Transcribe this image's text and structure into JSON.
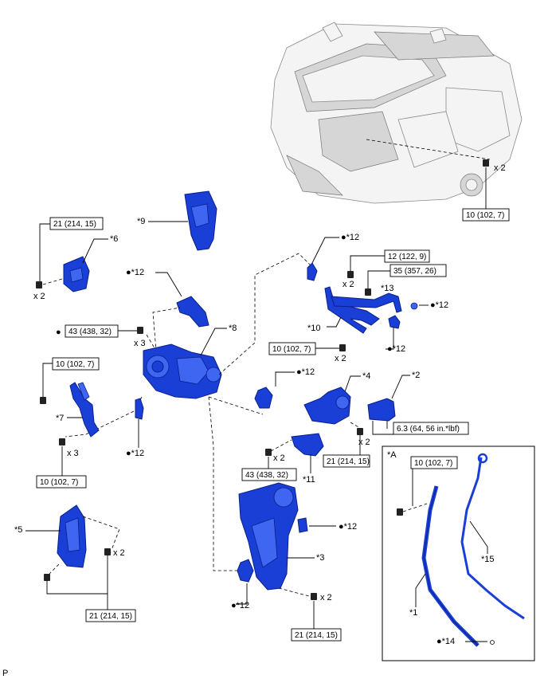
{
  "callouts": {
    "p9": "*9",
    "p6": "*6",
    "p12_a": "●*12",
    "p12_top": "●*12",
    "p13": "*13",
    "p12_right": "●*12",
    "p8": "*8",
    "p10": "*10",
    "p12_mid": "●*12",
    "p12_b": "●*12",
    "p4": "*4",
    "p2": "*2",
    "p7": "*7",
    "p12_c": "●*12",
    "p11": "*11",
    "pA": "*A",
    "p5": "*5",
    "p12_d": "●*12",
    "p3": "*3",
    "p15": "*15",
    "p12_e": "●*12",
    "p1": "*1",
    "p14": "●*14",
    "dot_43": "●"
  },
  "torques": {
    "t_10_top": "10 (102, 7)",
    "t_21_left": "21 (214, 15)",
    "t_12": "12 (122, 9)",
    "t_35": "35 (357, 26)",
    "t_43_top": "43 (438, 32)",
    "t_10_mid": "10 (102, 7)",
    "t_10_left": "10 (102, 7)",
    "t_63": "6.3 (64, 56 in.*lbf)",
    "t_21_mid": "21 (214, 15)",
    "t_43_bot": "43 (438, 32)",
    "t_10_left_bot": "10 (102, 7)",
    "t_10_inset": "10 (102, 7)",
    "t_21_bottom_left": "21 (214, 15)",
    "t_21_bottom": "21 (214, 15)"
  },
  "quantities": {
    "q_top": "x 2",
    "q_left6": "x 2",
    "q_12": "x 2",
    "q_43": "x 3",
    "q_10mid": "x 2",
    "q_4": "x 2",
    "q_7": "x 3",
    "q_11": "x 2",
    "q_5": "x 2",
    "q_3": "x 2"
  },
  "footer": {
    "code": "P"
  },
  "colors": {
    "part": "#1a3fd6",
    "engine": "#f4f4f4"
  }
}
